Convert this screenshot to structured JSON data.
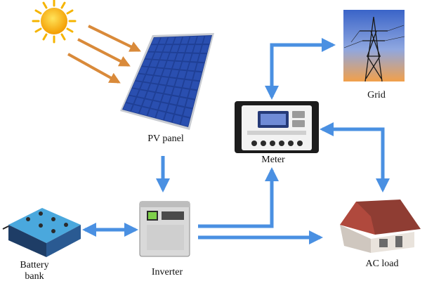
{
  "diagram": {
    "nodes": [
      {
        "id": "sun",
        "icon": "sun-icon"
      },
      {
        "id": "pv",
        "label": "PV panel",
        "icon": "solar-panel-icon"
      },
      {
        "id": "grid",
        "label": "Grid",
        "icon": "power-tower-icon"
      },
      {
        "id": "meter",
        "label": "Meter",
        "icon": "charge-meter-icon"
      },
      {
        "id": "battery",
        "label": "Battery bank",
        "icon": "battery-bank-icon"
      },
      {
        "id": "inverter",
        "label": "Inverter",
        "icon": "inverter-icon"
      },
      {
        "id": "load",
        "label": "AC load",
        "icon": "house-icon"
      }
    ],
    "edges": [
      {
        "from": "sun",
        "to": "pv",
        "style": "sunlight",
        "count": 3
      },
      {
        "from": "pv",
        "to": "inverter",
        "direction": "one-way"
      },
      {
        "from": "battery",
        "to": "inverter",
        "direction": "two-way"
      },
      {
        "from": "inverter",
        "to": "meter",
        "direction": "one-way"
      },
      {
        "from": "inverter",
        "to": "load",
        "direction": "one-way"
      },
      {
        "from": "meter",
        "to": "grid",
        "direction": "two-way"
      },
      {
        "from": "meter",
        "to": "load",
        "direction": "two-way"
      }
    ],
    "colors": {
      "flow_arrow": "#4a90e2",
      "sunlight_arrow": "#d98a3a",
      "sun": "#f5b400",
      "panel_cell": "#2a4fb0"
    }
  }
}
